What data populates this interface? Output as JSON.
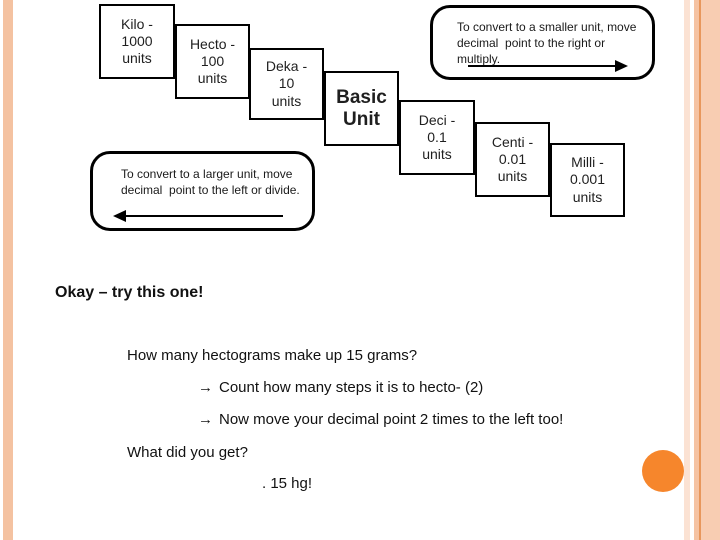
{
  "staircase": {
    "boxes": [
      {
        "id": "kilo",
        "label": "Kilo -\n1000\nunits"
      },
      {
        "id": "hecto",
        "label": "Hecto -\n100\nunits"
      },
      {
        "id": "deka",
        "label": "Deka -\n10\nunits"
      },
      {
        "id": "basic",
        "label": "Basic\nUnit"
      },
      {
        "id": "deci",
        "label": "Deci -\n0.1\nunits"
      },
      {
        "id": "centi",
        "label": "Centi -\n0.01\nunits"
      },
      {
        "id": "milli",
        "label": "Milli -\n0.001\nunits"
      }
    ]
  },
  "callouts": {
    "smaller": {
      "text": "To convert to a smaller unit, move\ndecimal  point to the right or multiply."
    },
    "larger": {
      "text": "To convert to a larger unit, move\ndecimal  point to the left or divide."
    }
  },
  "body": {
    "intro": "Okay – try this one!",
    "question": "How many hectograms make up 15 grams?",
    "steps": [
      {
        "arrow": "→",
        "text": "Count how many steps it is to hecto- (2)"
      },
      {
        "arrow": "→",
        "text": "Now move your decimal point 2 times to the left too!"
      }
    ],
    "prompt": "What did you get?",
    "answer": ". 15 hg!"
  },
  "colors": {
    "stripe_salmon": "#F4C2A1",
    "stripe_pale": "#FBE2D3",
    "stripe_dark": "#E8975C",
    "stripe_wide": "#F8CDB2",
    "circle_orange": "#F6862C",
    "border_black": "#000000"
  }
}
